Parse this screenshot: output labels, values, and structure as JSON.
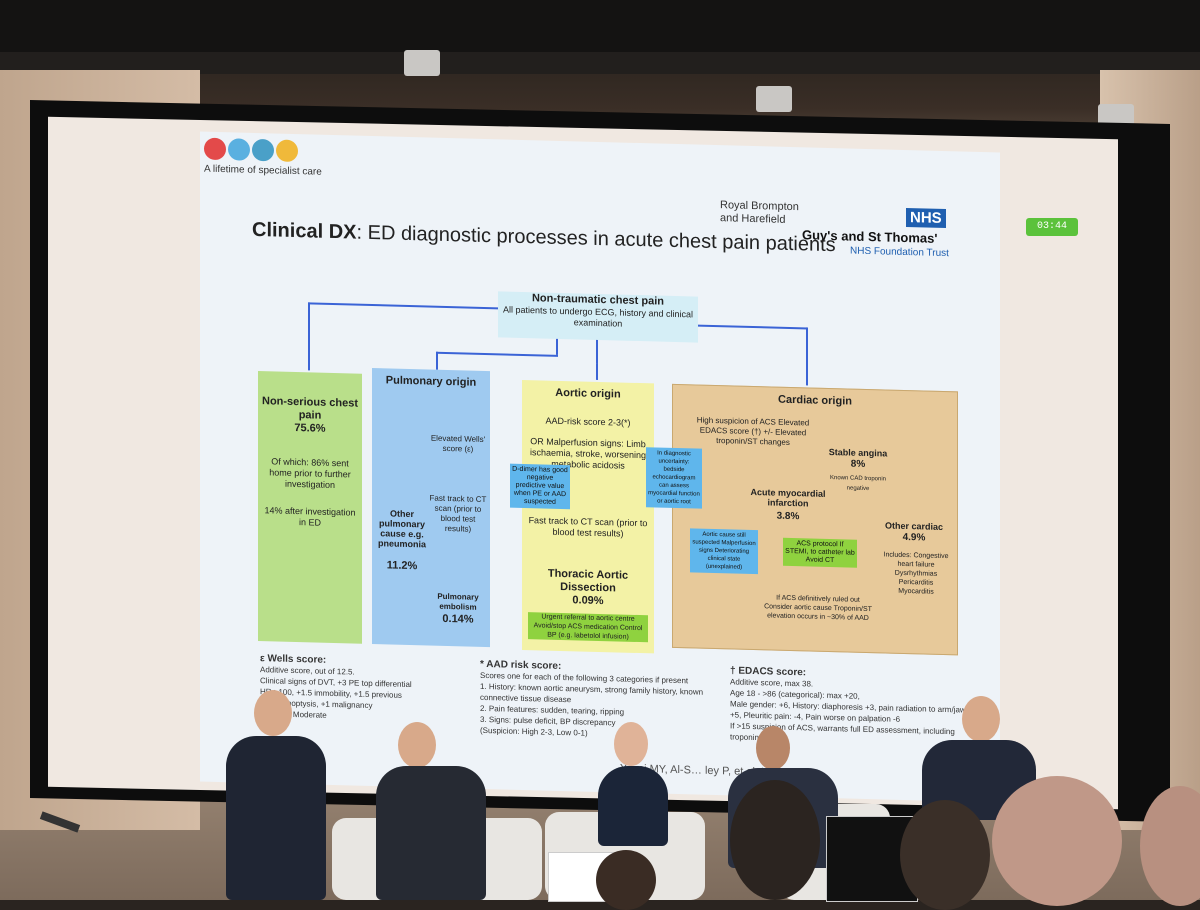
{
  "slide": {
    "logo_caption": "A lifetime of specialist care",
    "royal_brompton": "Royal Brompton and Harefield",
    "nhs_badge": "NHS",
    "gst": "Guy's and St Thomas'",
    "gst_sub": "NHS Foundation Trust",
    "title_bold": "Clinical DX",
    "title_rest": ": ED diagnostic processes in acute chest pain patients",
    "top_box": {
      "heading": "Non-traumatic chest pain",
      "text": "All patients to undergo ECG, history and clinical examination"
    },
    "non_serious": {
      "heading": "Non-serious chest pain",
      "pct": "75.6%",
      "text1": "Of which: 86% sent home prior to further investigation",
      "text2": "14% after investigation in ED"
    },
    "pulmonary": {
      "heading": "Pulmonary origin",
      "wells": "Elevated Wells' score (ε)",
      "fast_track": "Fast track to CT scan (prior to blood test results)",
      "other": "Other pulmonary cause e.g. pneumonia",
      "other_pct": "11.2%",
      "pe": "Pulmonary embolism",
      "pe_pct": "0.14%"
    },
    "aortic": {
      "heading": "Aortic origin",
      "aad": "AAD-risk score 2-3(*)",
      "malperfusion": "OR Malperfusion signs: Limb ischaemia, stroke, worsening metabolic acidosis",
      "fast_track": "Fast track to CT scan (prior to blood test results)",
      "dissection": "Thoracic Aortic Dissection",
      "dissection_pct": "0.09%",
      "referral": "Urgent referral to aortic centre Avoid/stop ACS medication Control BP (e.g. labetolol infusion)"
    },
    "cardiac": {
      "heading": "Cardiac origin",
      "high_suspicion": "High suspicion of ACS Elevated EDACS score (†) +/- Elevated troponin/ST changes",
      "stable_angina": "Stable angina",
      "stable_pct": "8%",
      "stable_note": "Known CAD troponin negative",
      "ami": "Acute myocardial infarction",
      "ami_pct": "3.8%",
      "acs_protocol": "ACS protocol If STEMI, to catheter lab Avoid CT",
      "ruled_out": "If ACS definitively ruled out Consider aortic cause Troponin/ST elevation occurs in ~30% of AAD",
      "other": "Other cardiac",
      "other_pct": "4.9%",
      "includes": "Includes: Congestive heart failure Dysrhythmias Pericarditis Myocarditis"
    },
    "notes": {
      "ddimer": "D-dimer has good negative predictive value when PE or AAD suspected",
      "echo": "In diagnostic uncertainty: bedside echocardiogram can assess myocardial function or aortic root",
      "aortic_still": "Aortic cause still suspected Malperfusion signs Deteriorating clinical state (unexplained)"
    },
    "wells_score": {
      "heading": "ε Wells score:",
      "lines": [
        "Additive score, out of 12.5.",
        "Clinical signs of DVT, +3 PE top differential",
        "HR >100, +1.5 immobility, +1.5 previous",
        "+1 haemoptysis, +1 malignancy",
        "Low 0-2, Moderate"
      ]
    },
    "aad_score": {
      "heading": "* AAD risk score:",
      "lines": [
        "Scores one for each of the following 3 categories if present",
        "1. History: known aortic aneurysm, strong family history, known connective tissue disease",
        "2. Pain features: sudden, tearing, ripping",
        "3. Signs: pulse deficit, BP discrepancy",
        "(Suspicion: High 2-3, Low 0-1)"
      ]
    },
    "edacs_score": {
      "heading": "† EDACS score:",
      "lines": [
        "Additive score, max 38.",
        "Age 18 - >86 (categorical): max +20,",
        "Male gender: +6, History: diaphoresis +3, pain radiation to arm/jaw +5, Pleuritic pain: -4, Pain worse on palpation -6",
        "If >15 suspicion of ACS, warrants full ED assessment, including troponin"
      ]
    },
    "citation": "Yousi MY, Al-S… ley P, et al. Heart 2020"
  },
  "timer": "03:44",
  "colors": {
    "arrow": "#3a63d6",
    "green_col": "#b9df8a",
    "blue_col": "#9fcaf0",
    "yellow_col": "#f3f2a6",
    "tan_col": "#e7c99a",
    "nhs_blue": "#1f5fb0",
    "timer_green": "#5bc23b"
  }
}
